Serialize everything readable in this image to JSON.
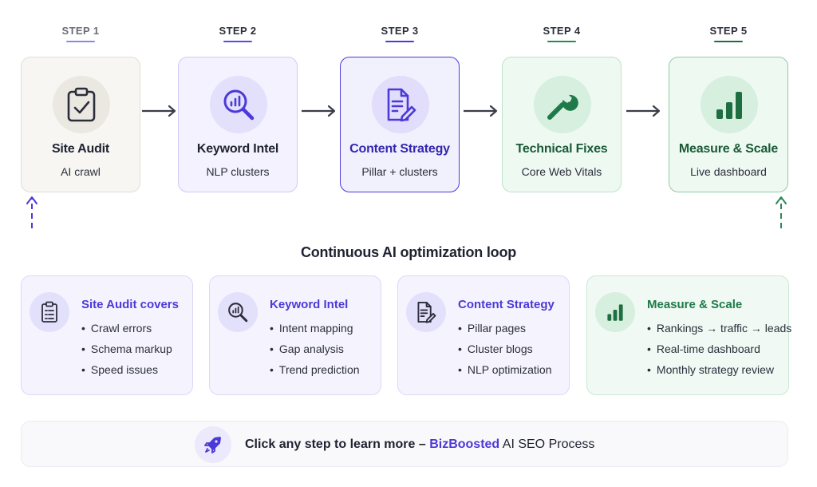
{
  "steps": [
    {
      "label": "STEP 1",
      "title": "Site Audit",
      "subtitle": "AI crawl",
      "icon": "clipboard-check-icon"
    },
    {
      "label": "STEP 2",
      "title": "Keyword Intel",
      "subtitle": "NLP clusters",
      "icon": "magnifier-chart-icon"
    },
    {
      "label": "STEP 3",
      "title": "Content Strategy",
      "subtitle": "Pillar + clusters",
      "icon": "document-pen-icon"
    },
    {
      "label": "STEP 4",
      "title": "Technical Fixes",
      "subtitle": "Core Web Vitals",
      "icon": "wrench-icon"
    },
    {
      "label": "STEP 5",
      "title": "Measure & Scale",
      "subtitle": "Live dashboard",
      "icon": "bar-chart-icon"
    }
  ],
  "loop_title": "Continuous AI optimization loop",
  "details": [
    {
      "title": "Site Audit covers",
      "items": [
        "Crawl errors",
        "Schema markup",
        "Speed issues"
      ],
      "icon": "clipboard-list-icon"
    },
    {
      "title": "Keyword Intel",
      "items": [
        "Intent mapping",
        "Gap analysis",
        "Trend prediction"
      ],
      "icon": "magnifier-chart-icon"
    },
    {
      "title": "Content Strategy",
      "items": [
        "Pillar pages",
        "Cluster blogs",
        "NLP optimization"
      ],
      "icon": "document-pen-icon"
    },
    {
      "title": "Measure & Scale",
      "items": [
        "Rankings → traffic → leads",
        "Real-time dashboard",
        "Monthly strategy review"
      ],
      "icon": "bar-chart-icon"
    }
  ],
  "banner": {
    "prefix": "Click any step to learn more – ",
    "brand": "BizBoosted",
    "suffix": " AI SEO Process",
    "icon": "rocket-icon"
  },
  "colors": {
    "purple": "#4b39d8",
    "green": "#1e7a48",
    "dark": "#2b2e3a",
    "loop_purple": "#4b39d8",
    "loop_green": "#2a8a55"
  }
}
